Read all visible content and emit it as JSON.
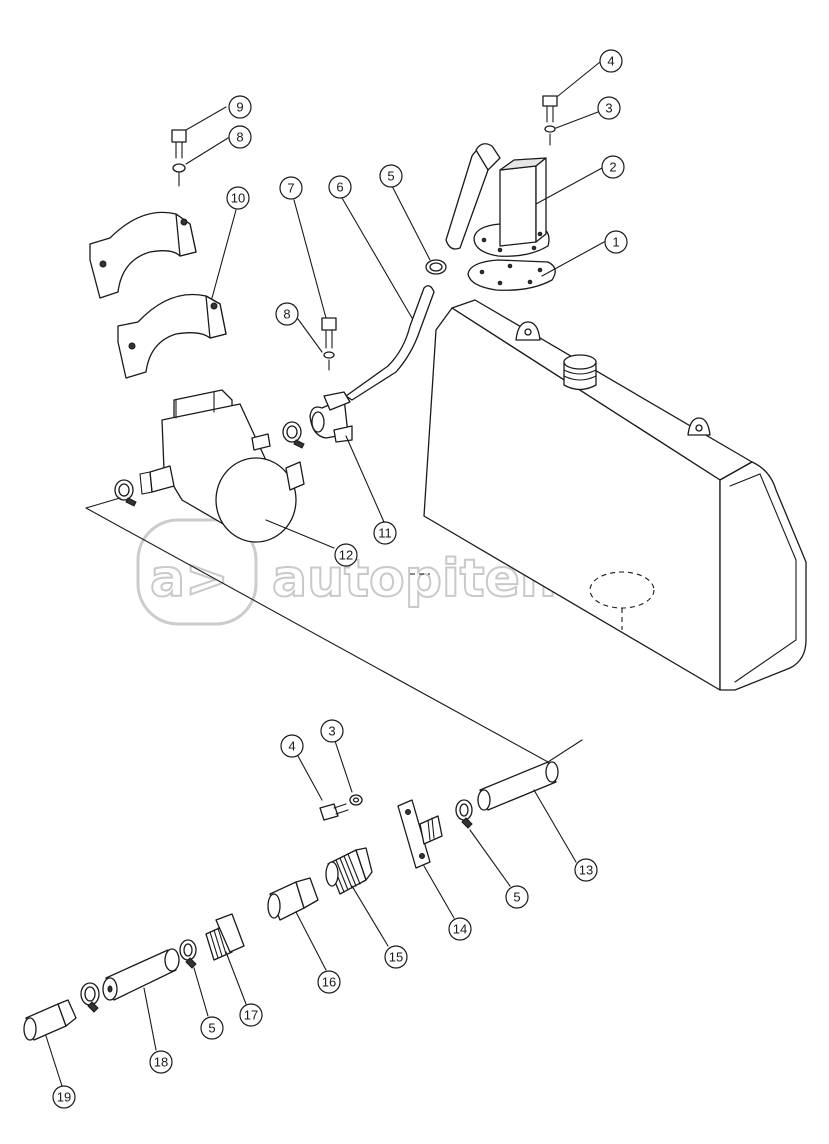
{
  "watermark": {
    "text": "autopiter.ru",
    "mark": "a>"
  },
  "callouts": [
    "9",
    "8",
    "10",
    "7",
    "6",
    "5",
    "4",
    "3",
    "2",
    "1",
    "8",
    "11",
    "12",
    "4",
    "3",
    "13",
    "5",
    "14",
    "15",
    "16",
    "17",
    "5",
    "18",
    "19"
  ],
  "colors": {
    "stroke": "#1a1a1a",
    "background": "#ffffff",
    "watermark": "#c9c9c9"
  }
}
